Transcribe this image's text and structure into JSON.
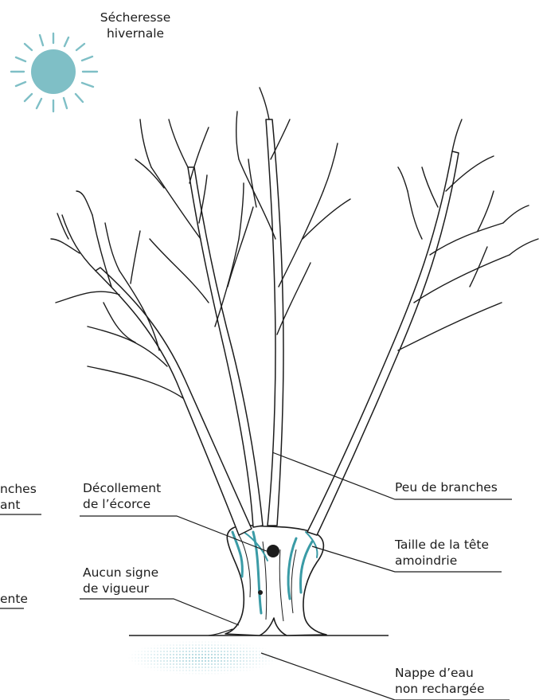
{
  "colors": {
    "sun": "#7fbfc6",
    "accent": "#3a9ba6",
    "ink": "#1c1c1c",
    "water": "#9fcfd8"
  },
  "sun_icon": "sun-icon",
  "labels": {
    "winter_drought": [
      "Sécheresse",
      "hivernale"
    ],
    "few_branches": [
      "Peu de branches"
    ],
    "bark_peeling": [
      "Décollement",
      "de l’écorce"
    ],
    "reduced_head": [
      "Taille de la tête",
      "amoindrie"
    ],
    "no_vigor": [
      "Aucun signe",
      "de vigueur"
    ],
    "water_table": [
      "Nappe d’eau",
      "non rechargée"
    ],
    "cut_left_1": [
      "nches",
      "ant"
    ],
    "cut_left_2": [
      "ente"
    ]
  }
}
